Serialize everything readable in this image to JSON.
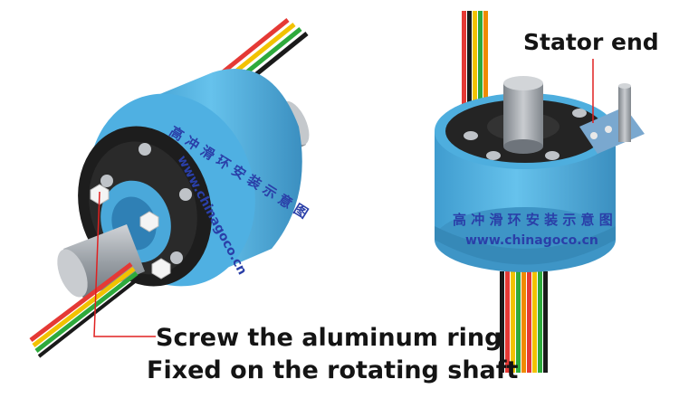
{
  "labels": {
    "stator": "Stator end",
    "line1": "Screw the aluminum ring",
    "line2": "Fixed on the rotating shaft"
  },
  "ring_markings": {
    "brand_cn": "高 冲 滑 环 安 装 示 意 图",
    "website": "www.chinagoco.cn"
  },
  "colors": {
    "body_blue": "#56b7e6",
    "body_dark": "#3d93c3",
    "shaft_gray": "#a9adb3",
    "callout_red": "#e02020",
    "text_blue": "#2a3fa8",
    "wires": [
      "#e53935",
      "#f2c200",
      "#2eaa3c",
      "#1a1a1a",
      "#f08a00"
    ]
  }
}
